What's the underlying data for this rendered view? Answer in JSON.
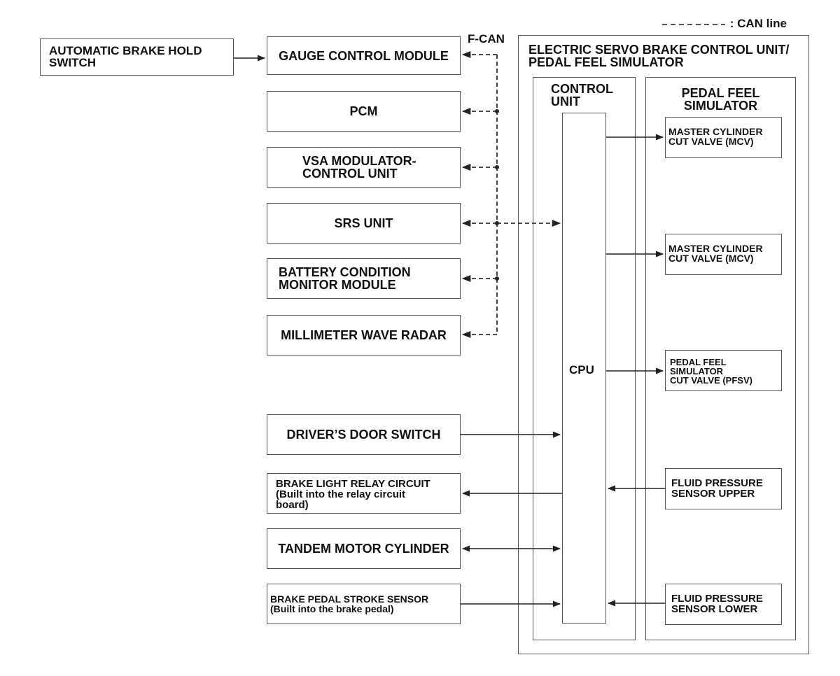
{
  "legend": {
    "can_line": ": CAN line"
  },
  "bus_label": "F-CAN",
  "left_boxes": {
    "auto_brake_hold": [
      "AUTOMATIC BRAKE HOLD",
      "SWITCH"
    ],
    "gauge": "GAUGE CONTROL MODULE",
    "pcm": "PCM",
    "vsa": [
      "VSA MODULATOR-",
      "CONTROL UNIT"
    ],
    "srs": "SRS UNIT",
    "battery": [
      "BATTERY CONDITION",
      "MONITOR MODULE"
    ],
    "radar": "MILLIMETER WAVE RADAR",
    "door": "DRIVER’S DOOR SWITCH",
    "brake_light": [
      "BRAKE LIGHT RELAY CIRCUIT",
      "(Built into the relay circuit",
      "board)"
    ],
    "tandem": "TANDEM MOTOR CYLINDER",
    "stroke": [
      "BRAKE PEDAL STROKE SENSOR",
      "(Built into the brake pedal)"
    ]
  },
  "ecu": {
    "title": [
      "ELECTRIC SERVO BRAKE CONTROL UNIT/",
      "PEDAL FEEL SIMULATOR"
    ],
    "control_unit": [
      "CONTROL",
      "UNIT"
    ],
    "cpu": "CPU",
    "simulator": [
      "PEDAL FEEL",
      "SIMULATOR"
    ],
    "mcv1": [
      "MASTER CYLINDER",
      "CUT VALVE (MCV)"
    ],
    "mcv2": [
      "MASTER CYLINDER",
      "CUT VALVE (MCV)"
    ],
    "pfsv": [
      "PEDAL FEEL",
      "SIMULATOR",
      "CUT VALVE (PFSV)"
    ],
    "fp_upper": [
      "FLUID PRESSURE",
      "SENSOR UPPER"
    ],
    "fp_lower": [
      "FLUID PRESSURE",
      "SENSOR LOWER"
    ]
  },
  "colors": {
    "line": "#222222",
    "border": "#555555"
  }
}
